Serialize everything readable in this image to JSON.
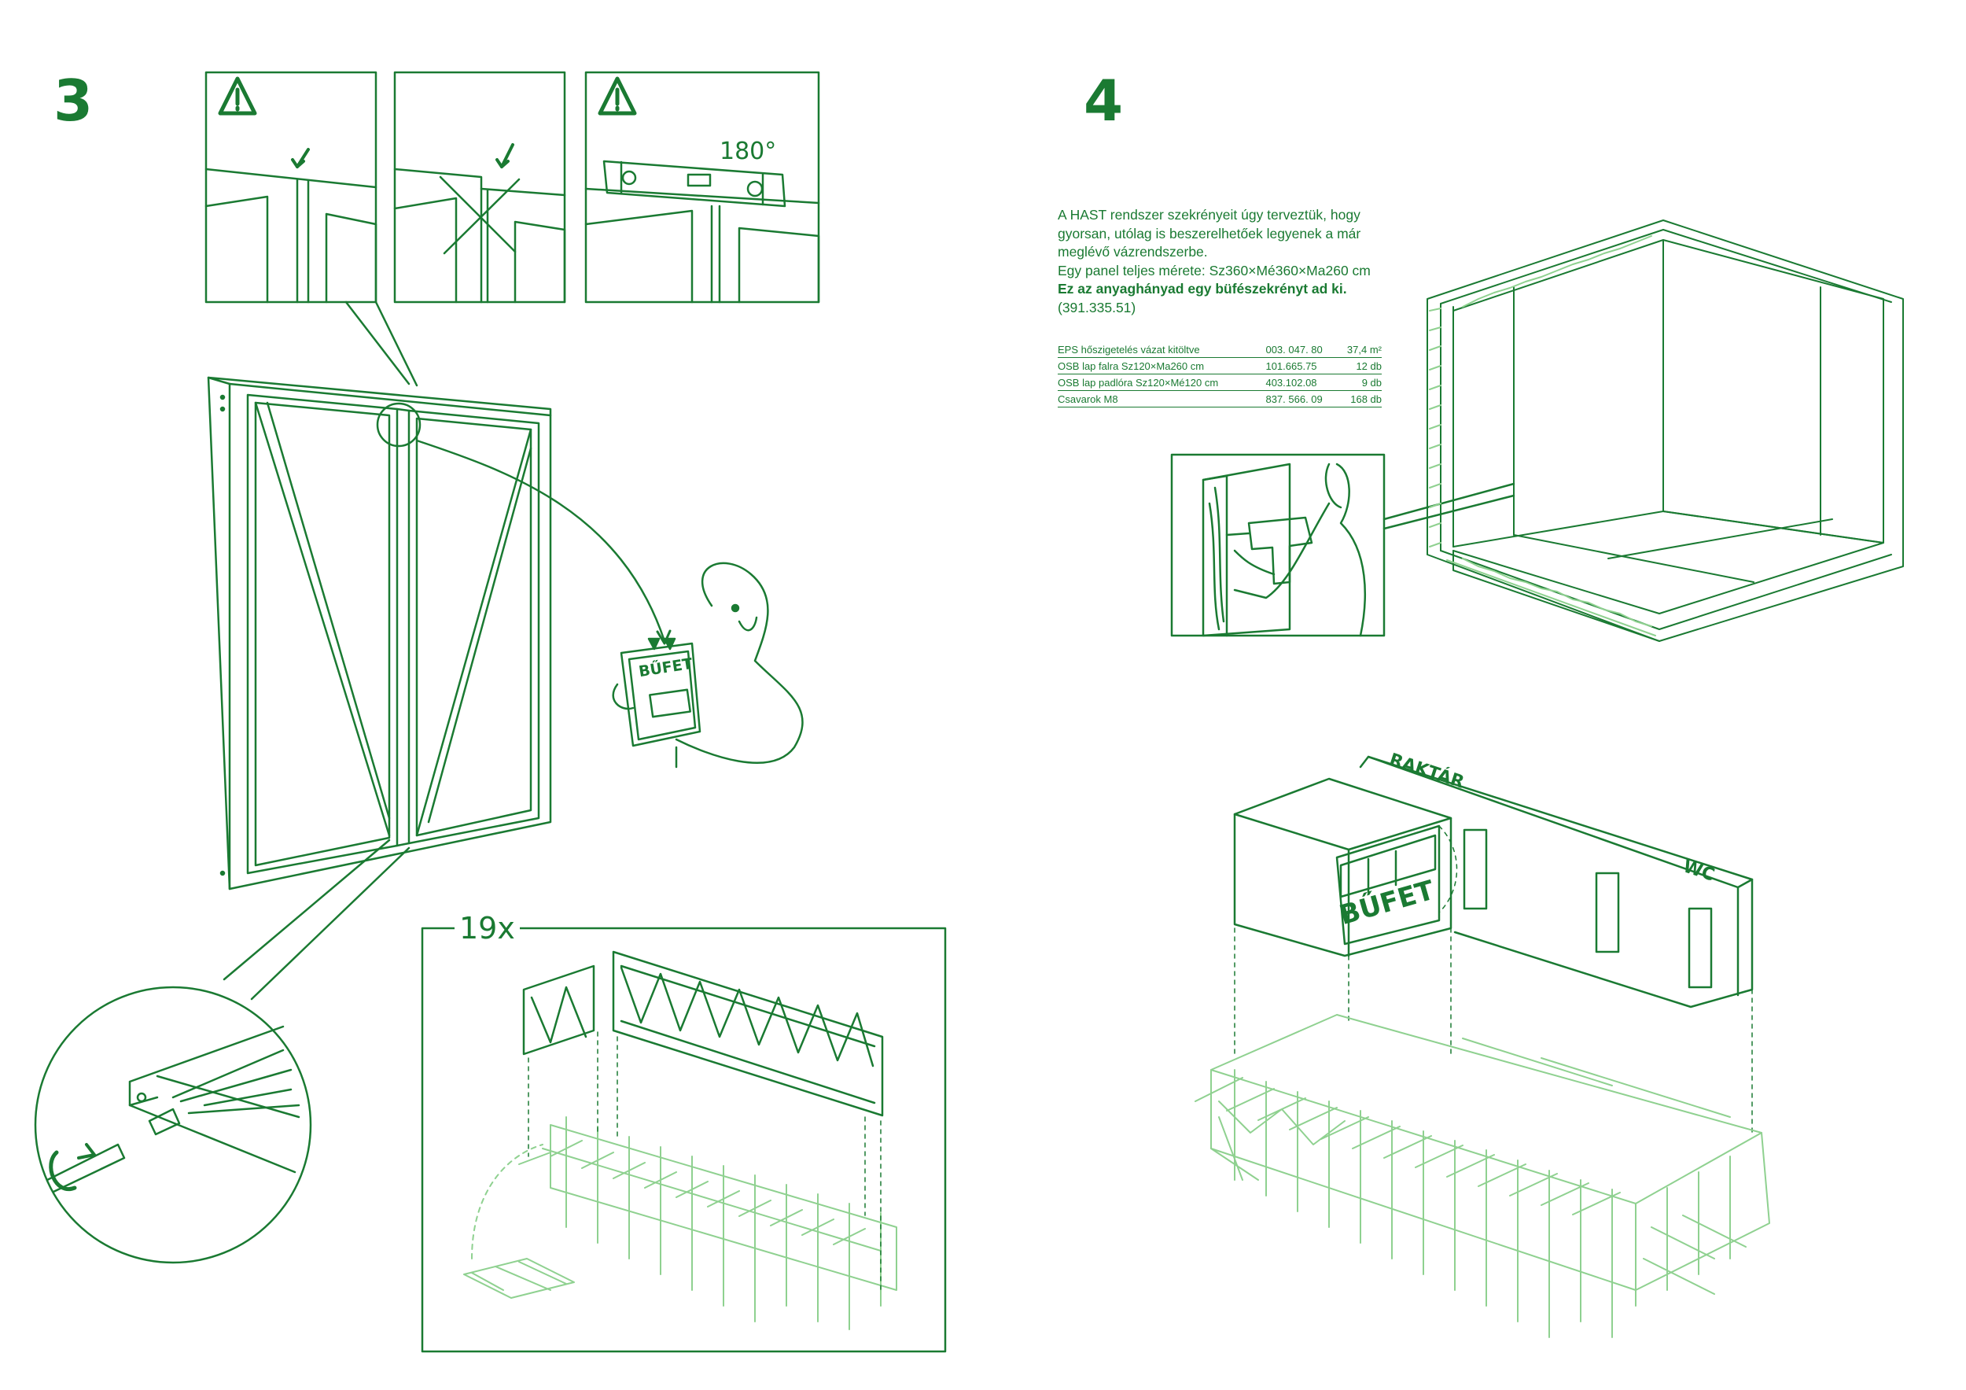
{
  "steps": {
    "left": "3",
    "right": "4"
  },
  "panels": {
    "rotation": "180°"
  },
  "sign_bufet": "BŰFET",
  "frame_count": "19x",
  "intro": {
    "line1": "A HAST rendszer szekrényeit úgy terveztük, hogy",
    "line2": "gyorsan, utólag is beszerelhetőek legyenek a már",
    "line3": "meglévő vázrendszerbe.",
    "line4": "Egy panel teljes mérete: Sz360×Mé360×Ma260 cm",
    "line5": "Ez az anyaghányad egy büfészekrényt ad ki.",
    "line6": "(391.335.51)"
  },
  "parts": [
    {
      "name": "EPS hőszigetelés vázat kitöltve",
      "code": "003. 047. 80",
      "qty": "37,4 m²"
    },
    {
      "name": "OSB lap falra Sz120×Ma260 cm",
      "code": "101.665.75",
      "qty": "12 db"
    },
    {
      "name": "OSB lap padlóra Sz120×Mé120 cm",
      "code": "403.102.08",
      "qty": "9 db"
    },
    {
      "name": "Csavarok M8",
      "code": "837. 566. 09",
      "qty": "168 db"
    }
  ],
  "labels": {
    "raktar": "RAKTÁR",
    "wc": "WC",
    "bufet_big": "BŰFET"
  },
  "icons": [
    "warning-triangle-icon",
    "screwdriver-icon",
    "drill-icon"
  ],
  "colors": {
    "ink": "#1a7a32",
    "light": "#9fd59c",
    "paper": "#ffffff"
  }
}
